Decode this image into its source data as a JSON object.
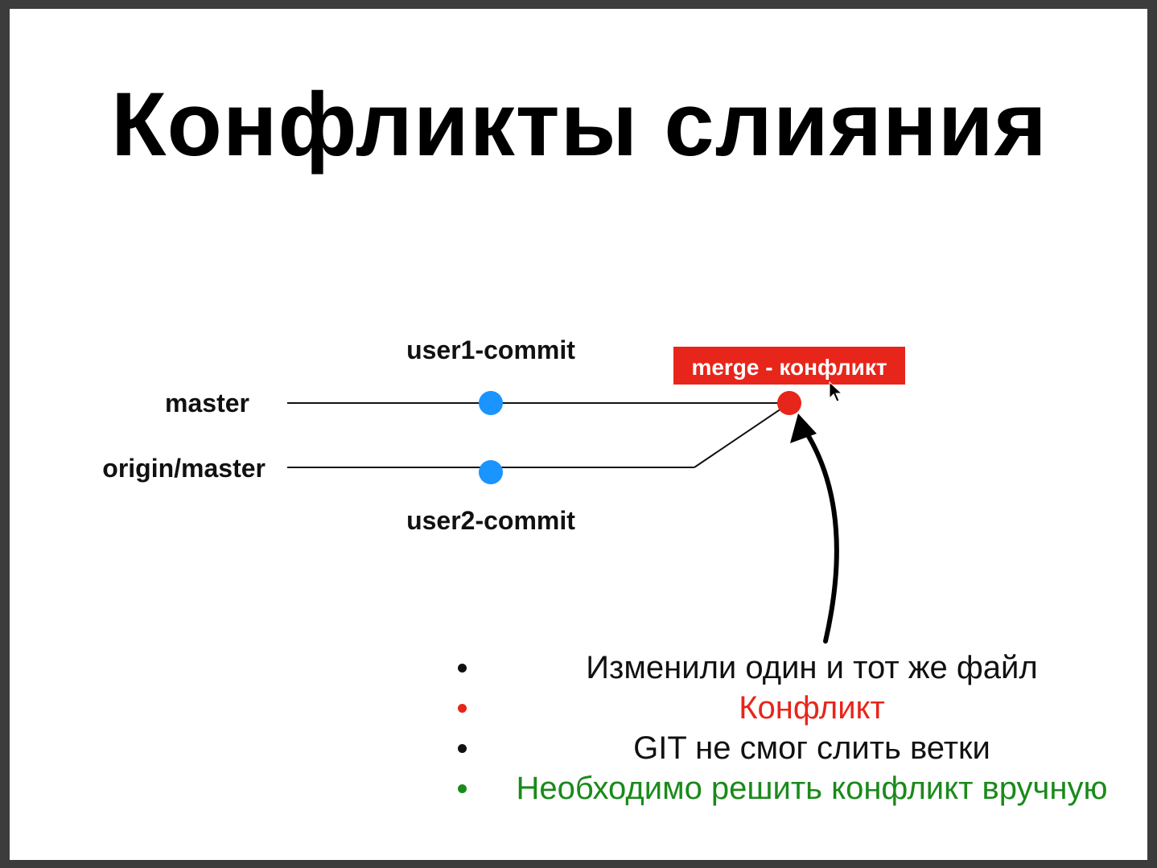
{
  "title": "Конфликты слияния",
  "diagram": {
    "branches": [
      {
        "name": "master",
        "commit_label": "user1-commit",
        "commit_color": "#1a94ff"
      },
      {
        "name": "origin/master",
        "commit_label": "user2-commit",
        "commit_color": "#1a94ff"
      }
    ],
    "merge": {
      "label": "merge - конфликт",
      "badge_color": "#e8251b",
      "node_color": "#e8251b"
    }
  },
  "bullets": [
    {
      "text": "Изменили один и тот же файл",
      "color": "#111111",
      "dot_color": "#111111"
    },
    {
      "text": "Конфликт",
      "color": "#e8251b",
      "dot_color": "#e8251b"
    },
    {
      "text": "GIT не смог слить ветки",
      "color": "#111111",
      "dot_color": "#111111"
    },
    {
      "text": "Необходимо решить конфликт вручную",
      "color": "#1a8a1a",
      "dot_color": "#1a8a1a"
    }
  ]
}
